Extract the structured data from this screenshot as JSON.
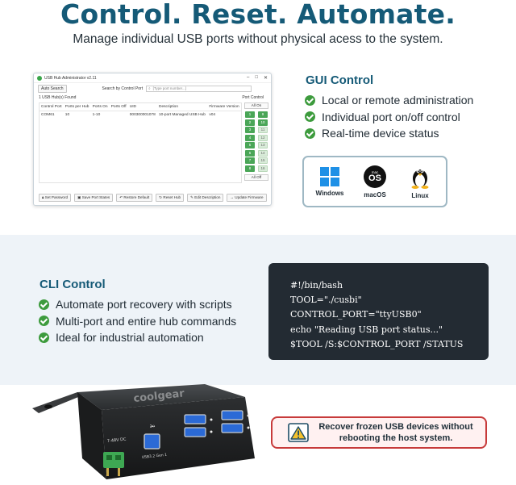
{
  "header": {
    "headline": "Control. Reset. Automate.",
    "subheadline": "Manage individual USB ports without physical acess to the system."
  },
  "app_window": {
    "title": "USB Hub Administrator v2.11",
    "auto_search_label": "Auto Search",
    "search_label": "Search by Control Port",
    "search_placeholder": "[Type port number...]",
    "hubs_found": "1 USB Hub(s) Found",
    "port_control_label": "Port Control",
    "columns": [
      "Control Port",
      "Ports per Hub",
      "Ports On",
      "Ports Off",
      "UID",
      "Description",
      "Firmware Version"
    ],
    "rows": [
      [
        "COM61",
        "10",
        "1-10",
        "",
        "000300001078",
        "10-port Managed USB Hub",
        "v04"
      ]
    ],
    "all_on_label": "All On",
    "all_off_label": "All Off",
    "ports": [
      {
        "num": "1",
        "on": true
      },
      {
        "num": "9",
        "on": true
      },
      {
        "num": "2",
        "on": true
      },
      {
        "num": "10",
        "on": true
      },
      {
        "num": "3",
        "on": true
      },
      {
        "num": "11",
        "on": false
      },
      {
        "num": "4",
        "on": true
      },
      {
        "num": "12",
        "on": false
      },
      {
        "num": "5",
        "on": true
      },
      {
        "num": "13",
        "on": false
      },
      {
        "num": "6",
        "on": true
      },
      {
        "num": "14",
        "on": false
      },
      {
        "num": "7",
        "on": true
      },
      {
        "num": "15",
        "on": false
      },
      {
        "num": "8",
        "on": true
      },
      {
        "num": "16",
        "on": false
      }
    ],
    "bottom_buttons": [
      "Set Password",
      "Save Port States",
      "Restore Default",
      "Reset Hub",
      "Edit Description",
      "Update Firmware"
    ]
  },
  "gui": {
    "title": "GUI Control",
    "features": [
      "Local or remote administration",
      "Individual port on/off control",
      "Real-time device status"
    ],
    "os": [
      {
        "label": "Windows",
        "icon": "windows-logo-icon"
      },
      {
        "label": "macOS",
        "icon": "macos-logo-icon",
        "badge_small": "mac",
        "badge_big": "OS"
      },
      {
        "label": "Linux",
        "icon": "linux-tux-icon"
      }
    ]
  },
  "cli": {
    "title": "CLI Control",
    "features": [
      "Automate port recovery with scripts",
      "Multi-port and entire hub commands",
      "Ideal for industrial automation"
    ],
    "terminal_lines": [
      "#!/bin/bash",
      "TOOL=\"./cusbi\"",
      "CONTROL_PORT=\"ttyUSB0\"",
      "echo \"Reading USB port status...\"",
      "$TOOL /S:$CONTROL_PORT /STATUS"
    ]
  },
  "hardware": {
    "brand_text": "coolgear",
    "dc_label": "7-48V DC",
    "usb_label": "USB3.2 Gen 1"
  },
  "callout": {
    "line1": "Recover frozen USB devices without",
    "line2": "rebooting the host system.",
    "icon": "warning-icon"
  },
  "colors": {
    "brand_blue": "#155a77",
    "check_green": "#3d9b3d",
    "terminal_bg": "#232b33",
    "callout_border": "#c73a3a",
    "callout_bg": "#fff1f1"
  }
}
